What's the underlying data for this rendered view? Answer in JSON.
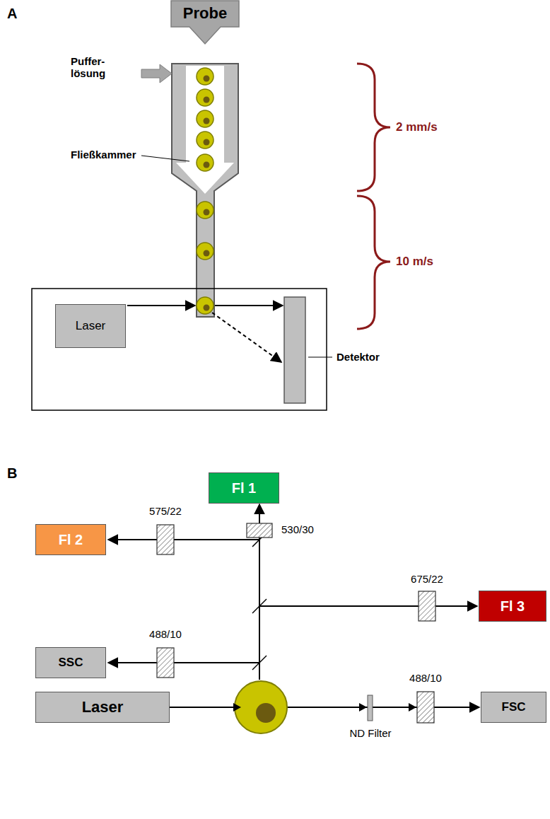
{
  "diagram": {
    "nodes": [
      {
        "text": [
          "Probe"
        ]
      },
      {
        "text": [
          "Laser"
        ]
      },
      {
        "text": [
          "Fl 1"
        ]
      },
      {
        "text": [
          "Fl 2"
        ]
      },
      {
        "text": [
          "Fl 3"
        ]
      },
      {
        "text": [
          "SSC"
        ]
      },
      {
        "text": [
          "Laser"
        ]
      },
      {
        "text": [
          "FSC"
        ]
      }
    ],
    "edges": [
      {
        "from": 6,
        "to": 7,
        "arrow": "to"
      }
    ],
    "labels": [
      "A",
      "Puffer- lösung",
      "Fließkammer",
      "2 mm/s",
      "10 m/s",
      "Detektor",
      "B",
      "530/30",
      "575/22",
      "675/22",
      "488/10",
      "488/10",
      "ND Filter"
    ]
  }
}
